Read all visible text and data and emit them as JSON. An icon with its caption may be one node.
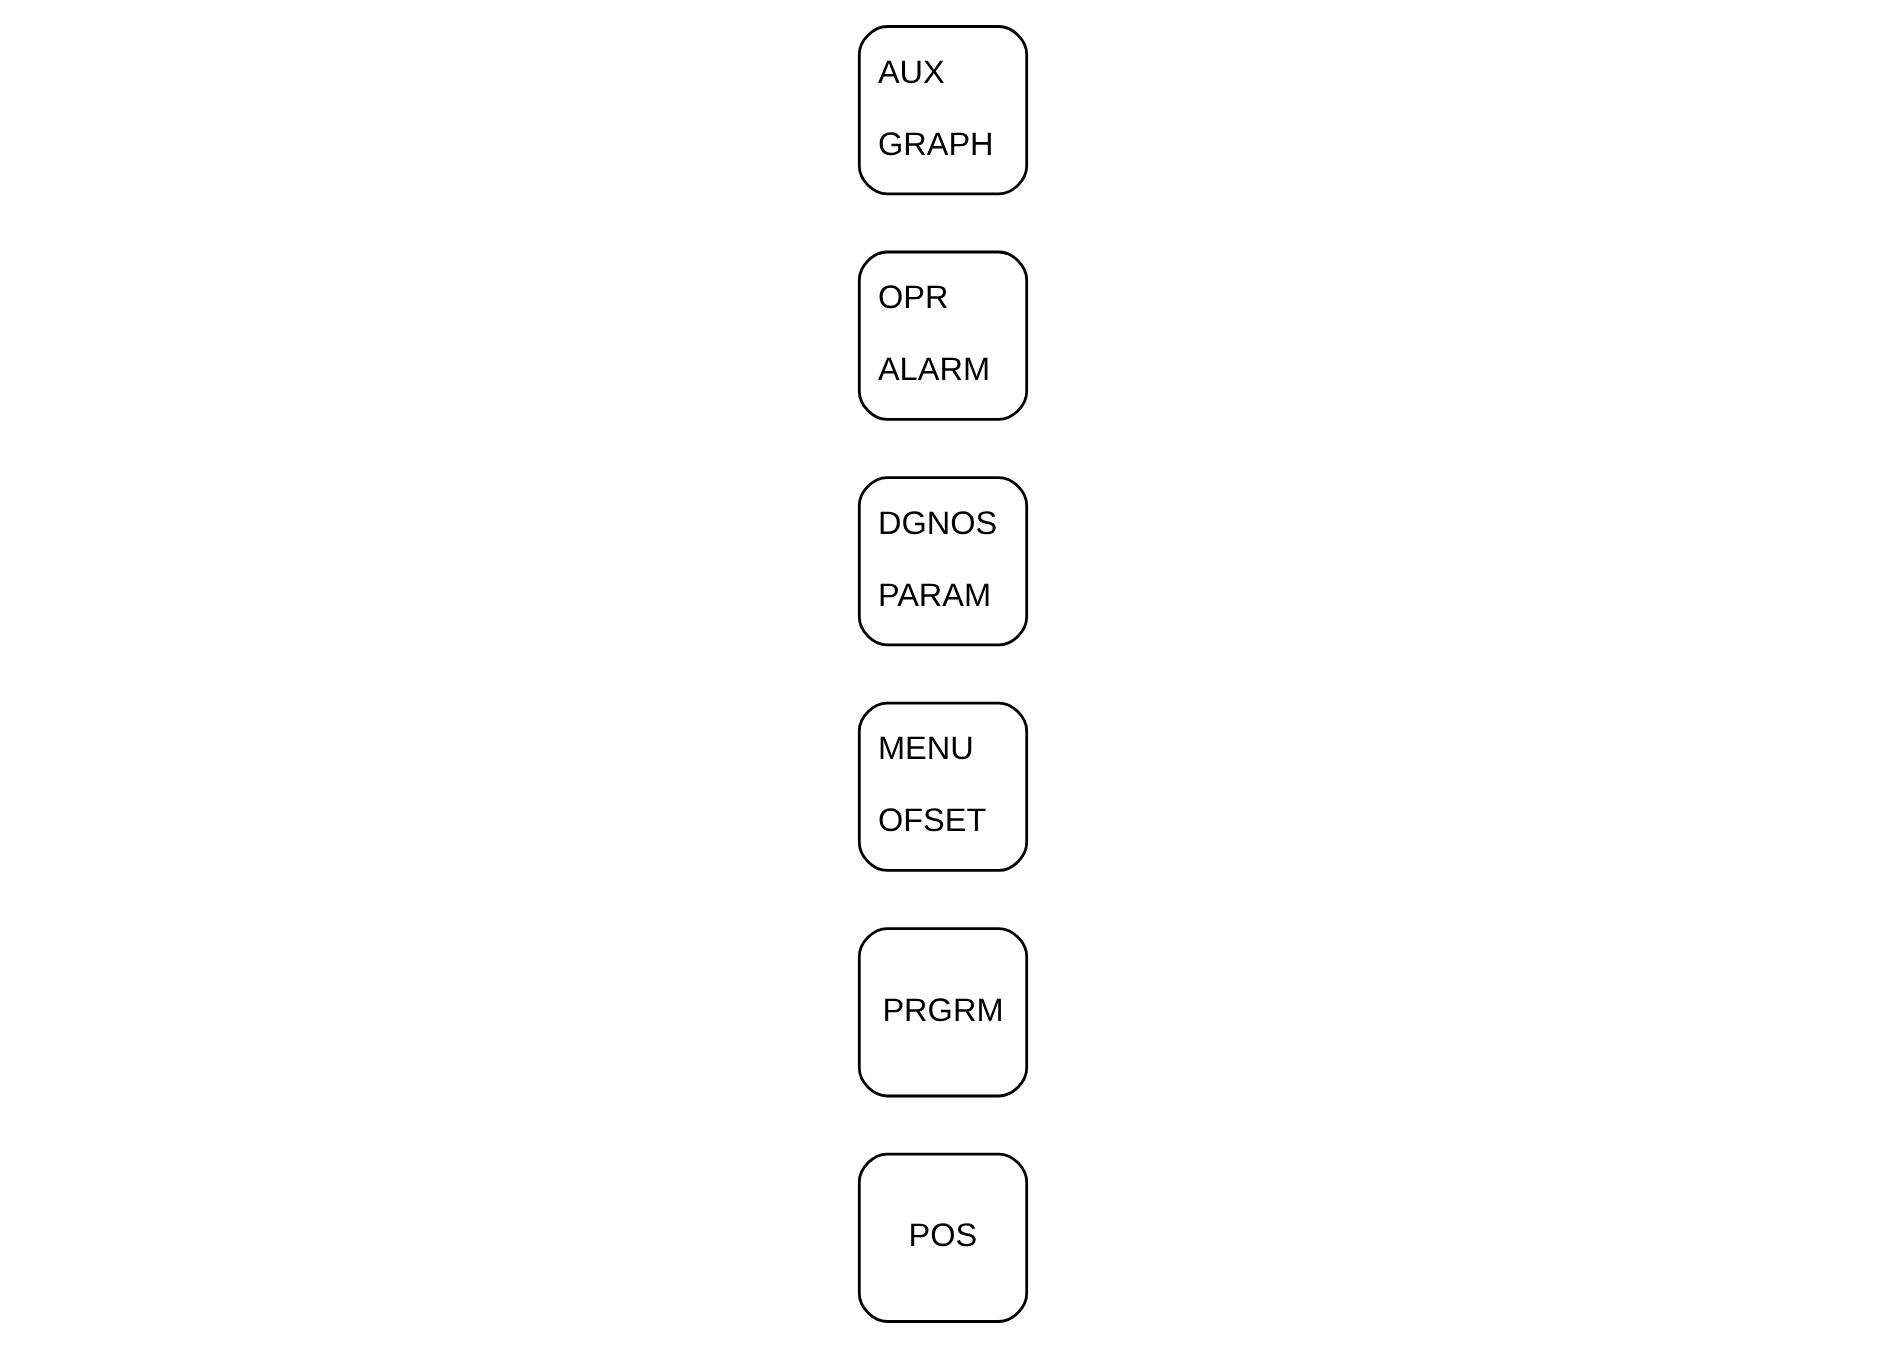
{
  "diagram": {
    "nodes": [
      {
        "text": [
          "POS"
        ]
      },
      {
        "text": [
          "PRGRM"
        ]
      },
      {
        "text": [
          "MENU",
          "OFSET"
        ]
      },
      {
        "text": [
          "DGNOS",
          "PARAM"
        ]
      },
      {
        "text": [
          "OPR",
          "ALARM"
        ]
      },
      {
        "text": [
          "AUX",
          "GRAPH"
        ]
      }
    ]
  }
}
